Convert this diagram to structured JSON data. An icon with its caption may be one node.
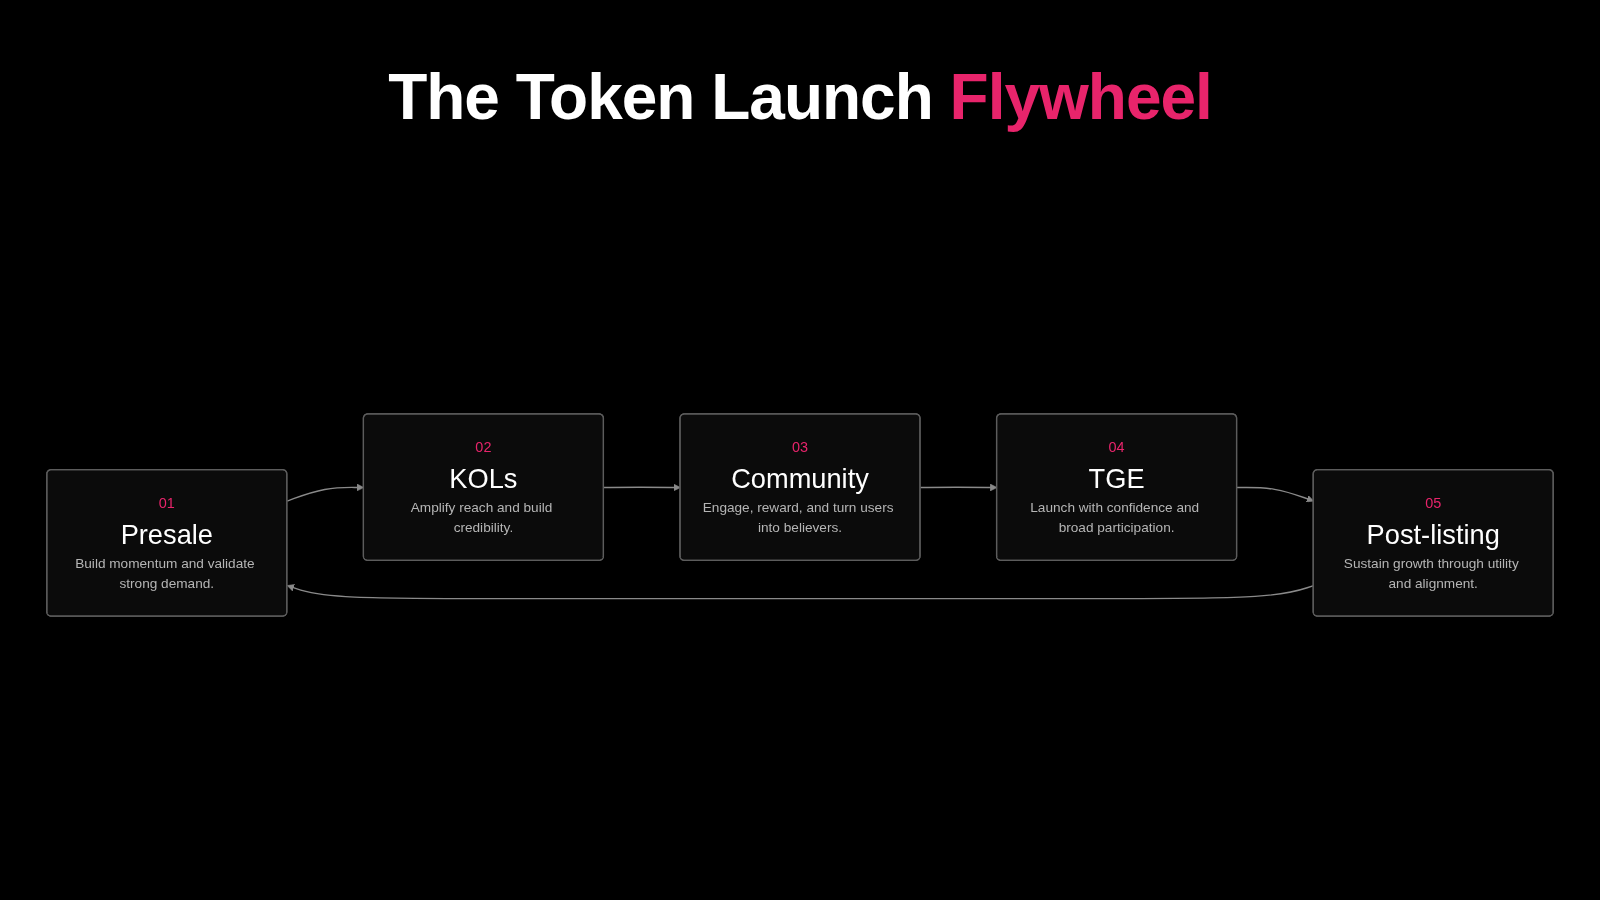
{
  "diagram": {
    "title": "The Token Launch Flywheel",
    "nodes": [
      {
        "text": [
          "01",
          "Presale",
          "Build momentum and validate strong demand."
        ]
      },
      {
        "text": [
          "02",
          "KOLs",
          "Amplify reach and build credibility."
        ]
      },
      {
        "text": [
          "03",
          "Community",
          "Engage, reward, and turn users into believers."
        ]
      },
      {
        "text": [
          "04",
          "TGE",
          "Launch with confidence and broad participation."
        ]
      },
      {
        "text": [
          "05",
          "Post-listing",
          "Sustain growth through utility and alignment."
        ]
      }
    ],
    "edges": [
      {
        "from": 0,
        "to": 1,
        "arrow": "to"
      },
      {
        "from": 1,
        "to": 2,
        "arrow": "to"
      },
      {
        "from": 2,
        "to": 3,
        "arrow": "to"
      },
      {
        "from": 3,
        "to": 4,
        "arrow": "to"
      },
      {
        "from": 4,
        "to": 0,
        "arrow": "to"
      }
    ]
  }
}
